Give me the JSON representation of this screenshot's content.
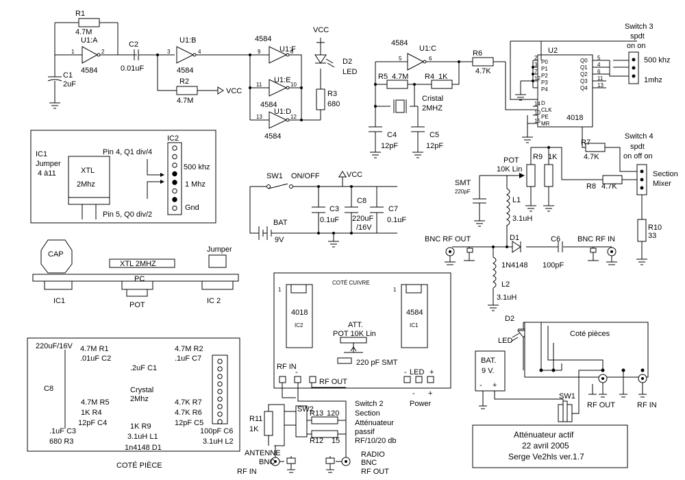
{
  "labels": {
    "r1": "R1",
    "r1_val": "4.7M",
    "u1a": "U1:A",
    "pin1": "1",
    "pin2": "2",
    "u1a_chip": "4584",
    "c1": "C1",
    "c1_val": "2uF",
    "c2": "C2",
    "c2_val": "0.01uF",
    "u1b": "U1:B",
    "pin3": "3",
    "pin4": "4",
    "u1b_chip": "4584",
    "r2": "R2",
    "r2_val": "4.7M",
    "vcc1": "VCC",
    "u1f_chip": "4584",
    "u1f": "U1:F",
    "u1e": "U1:E",
    "u1d": "U1:D",
    "u1e_chip": "4584",
    "u1d_chip": "4584",
    "p9": "9",
    "p8": "8",
    "p11": "11",
    "p10": "10",
    "p13": "13",
    "p12": "12",
    "vcc2": "VCC",
    "d2": "D2",
    "led": "LED",
    "r3": "R3",
    "r3_val": "680",
    "u1c_chip": "4584",
    "u1c": "U1:C",
    "p5": "5",
    "p6": "6",
    "r6": "R6",
    "r6_val": "4.7K",
    "r5": "R5",
    "r5_val": "4.7M",
    "r4": "R4",
    "r4_val": "1K",
    "cristal": "Cristal",
    "cristal_val": "2MHZ",
    "c4": "C4",
    "c4_val": "12pF",
    "c5": "C5",
    "c5_val": "12pF",
    "u2": "U2",
    "u2_chip": "4018",
    "u2_pins_left": [
      "P0",
      "P1",
      "P2",
      "P3",
      "P4",
      "D",
      "CLK",
      "PE",
      "MR"
    ],
    "u2_pinnums_left": [
      "2",
      "3",
      "7",
      "12",
      "",
      "14",
      "10",
      "15"
    ],
    "u2_pins_right": [
      "Q0",
      "Q1",
      "Q2",
      "Q3",
      "Q4"
    ],
    "u2_pinnums_right": [
      "5",
      "4",
      "6",
      "11",
      "13"
    ],
    "sw3_title": "Switch 3",
    "sw3_type": "spdt",
    "sw3_mode": "on on",
    "sw3_500": "500 khz",
    "sw3_1m": "1mhz",
    "sw4_title": "Switch 4",
    "sw4_type": "spdt",
    "sw4_mode": "on off on",
    "section_mixer": "Section",
    "mixer": "Mixer",
    "r7": "R7",
    "r7_val": "4.7K",
    "r8": "R8",
    "r8_val": "4.7K",
    "r9": "R9",
    "r9_val": "1K",
    "pot": "POT",
    "pot_val": "10K Lin",
    "smt": "SMT",
    "smt_val": "220pF",
    "l1": "L1",
    "l1_val": "3.1uH",
    "r10": "R10",
    "r10_val": "33",
    "bnc_rf_out": "BNC RF OUT",
    "bnc_rf_in": "BNC RF IN",
    "d1": "D1",
    "d1_val": "1N4148",
    "c6": "C6",
    "c6_val": "100pF",
    "l2": "L2",
    "l2_val": "3.1uH",
    "sw1": "SW1",
    "sw1_label": "ON/OFF",
    "vcc3": "VCC",
    "bat": "BAT",
    "bat_val": "9V",
    "c3": "C3",
    "c3_val": "0.1uF",
    "c8": "C8",
    "c8_val": "220uF",
    "c8_v": "/16V",
    "c7": "C7",
    "c7_val": "0.1uF",
    "ic1_title": "IC1",
    "ic1_jumper": "Jumper",
    "ic1_pins": "4 à11",
    "xtl": "XTL",
    "xtl_freq": "2Mhz",
    "pin4_q1": "Pin 4, Q1 div/4",
    "pin5_q0": "Pin 5, Q0 div/2",
    "ic2_title": "IC2",
    "ic2_500": "500 khz",
    "ic2_1m": "1 Mhz",
    "ic2_gnd": "Gnd",
    "cap": "CAP",
    "jumper": "Jumper",
    "xtl_2mhz": "XTL 2MHZ",
    "pc": "PC",
    "side_ic1": "IC1",
    "side_pot": "POT",
    "side_ic2": "IC 2",
    "comp_c8": "C8",
    "comp_220": "220uF/16V",
    "comp_r1": "4.7M R1",
    "comp_c2": ".01uF C2",
    "comp_c1": ".2uF C1",
    "comp_r2": "4.7M R2",
    "comp_c7": ".1uF C7",
    "comp_crystal": "Crystal",
    "comp_2mhz": "2Mhz",
    "comp_r5": "4.7M R5",
    "comp_r4": "1K R4",
    "comp_c4": "12pF C4",
    "comp_r7": "4.7K R7",
    "comp_r6": "4.7K R6",
    "comp_c5": "12pF C5",
    "comp_c3": ".1uF C3",
    "comp_r3": "680 R3",
    "comp_r9": "1K R9",
    "comp_l1": "3.1uH L1",
    "comp_d1": "1n4148 D1",
    "comp_c6": "100pF C6",
    "comp_l2": "3.1uH L2",
    "cote_piece": "COTÉ PIÈCE",
    "cote_cuivre": "COTÉ CUIVRE",
    "pcb_4018": "4018",
    "pcb_ic2": "IC2",
    "pcb_4584": "4584",
    "pcb_ic1": "IC1",
    "pcb_1a": "1",
    "pcb_1b": "1",
    "att": "ATT.",
    "att_pot": "POT 10K Lin",
    "pcb_220": "220 pF SMT",
    "rf_in": "RF IN",
    "rf_out": "RF OUT",
    "led_lbl": "LED",
    "minus": "-",
    "plus": "+",
    "power": "Power",
    "sw2": "SW2",
    "r13": "R13",
    "r13_val": "120",
    "r12": "R12",
    "r12_val": "15",
    "r11": "R11",
    "r11_val": "1K",
    "sw2_title": "Switch 2",
    "sw2_l1": "Section",
    "sw2_l2": "Atténuateur",
    "sw2_l3": "passif",
    "sw2_l4": "RF/10/20 db",
    "antenne": "ANTENNE",
    "bnc_a": "BNC",
    "rfin_a": "RF IN",
    "radio": "RADIO",
    "bnc_b": "BNC",
    "rfout_b": "RF OUT",
    "d2b": "D2",
    "ledb": "LED",
    "cote_pieces": "Coté pièces",
    "bat2": "BAT.",
    "bat2_v": "9 V.",
    "bat2_minus": "-",
    "bat2_plus": "+",
    "sw1b": "SW1",
    "rfout_c": "RF OUT",
    "rfin_c": "RF IN",
    "title1": "Atténuateur actif",
    "title2": "22 avril 2005",
    "title3": "Serge Ve2hls  ver.1.7"
  }
}
